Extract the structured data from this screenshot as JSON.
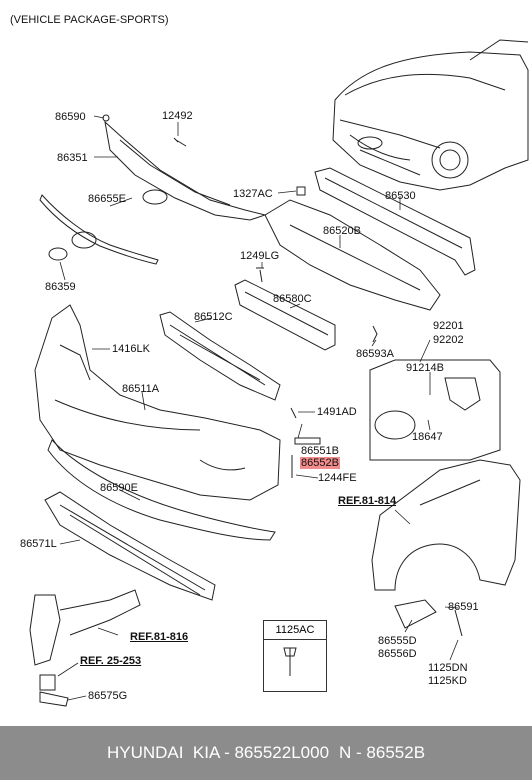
{
  "header_note": "(VEHICLE PACKAGE-SPORTS)",
  "callouts": {
    "c86590": "86590",
    "c12492": "12492",
    "c86351": "86351",
    "c86655E": "86655E",
    "c86359": "86359",
    "c1327AC": "1327AC",
    "c86530": "86530",
    "c86520B": "86520B",
    "c1249LG": "1249LG",
    "c86580C": "86580C",
    "c86512C": "86512C",
    "c86593A": "86593A",
    "c92201": "92201",
    "c92202": "92202",
    "c1416LK": "1416LK",
    "c86511A": "86511A",
    "c91214B": "91214B",
    "c1491AD": "1491AD",
    "c18647": "18647",
    "c86551B": "86551B",
    "c86552B": "86552B",
    "c1244FE": "1244FE",
    "c86590E": "86590E",
    "c86571L": "86571L",
    "c86591": "86591",
    "c86555D": "86555D",
    "c86556D": "86556D",
    "c1125DN": "1125DN",
    "c1125KD": "1125KD",
    "c86575G": "86575G"
  },
  "refs": {
    "r81_814": "REF.81-814",
    "r81_816": "REF.81-816",
    "r25_253": "REF. 25-253"
  },
  "inset": {
    "title": "1125AC"
  },
  "highlight_color": "#f28b8b",
  "footer": {
    "brand": "HYUNDAI  KIA - 865522L000",
    "part": "N - 86552B",
    "background": "#8c8c8c"
  }
}
